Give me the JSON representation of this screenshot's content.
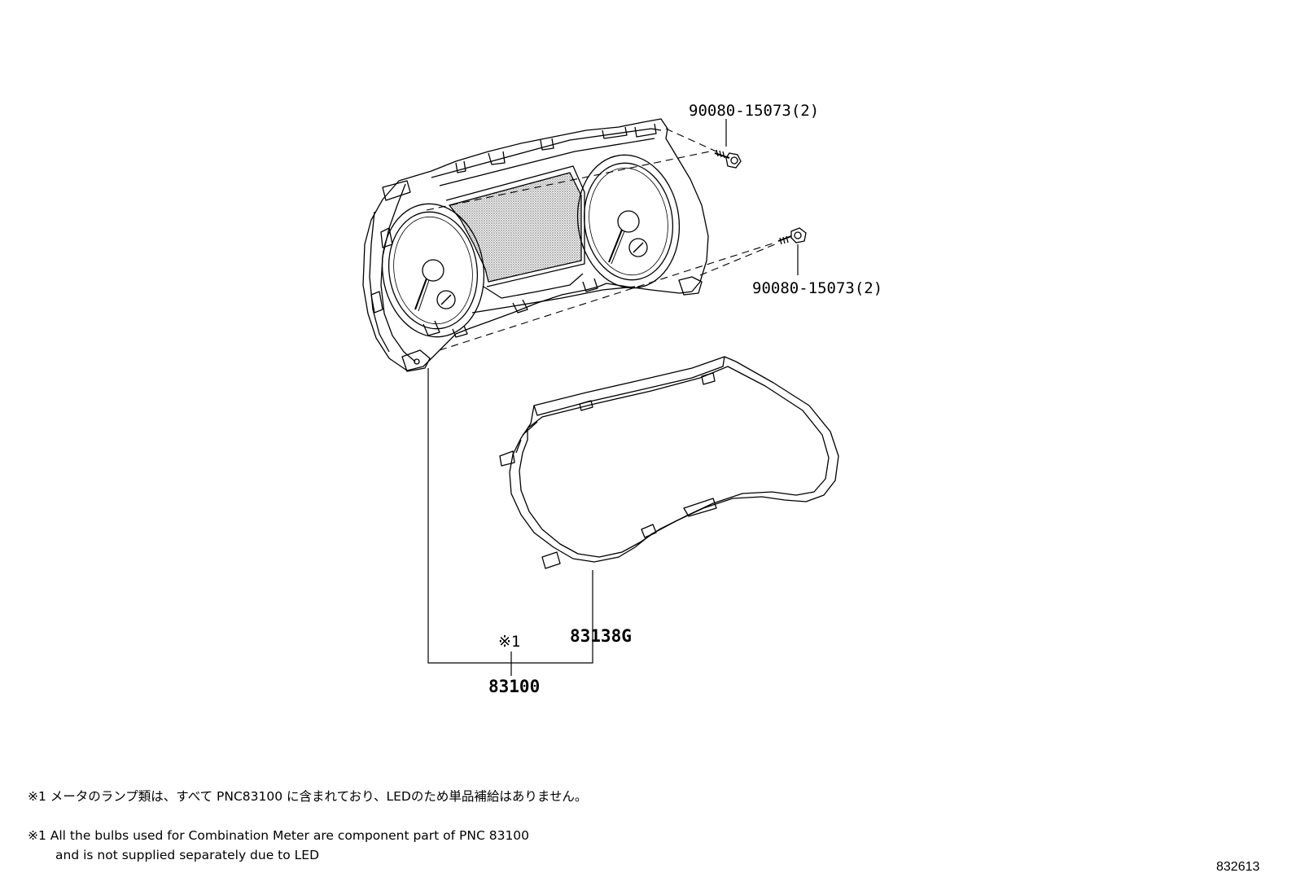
{
  "callouts": {
    "bolt_upper": "90080-15073(2)",
    "bolt_lower": "90080-15073(2)",
    "lens_cover": "83138G",
    "meter_assy": "83100",
    "meter_note_mark": "※1"
  },
  "notes": {
    "jp": "※1 メータのランプ類は、すべて PNC83100 に含まれており、LEDのため単品補給はありません。",
    "en_line1": "※1 All the bulbs used for Combination Meter are component part of PNC 83100",
    "en_line2": "and is not supplied separately due to LED"
  },
  "figure_id": "832613"
}
